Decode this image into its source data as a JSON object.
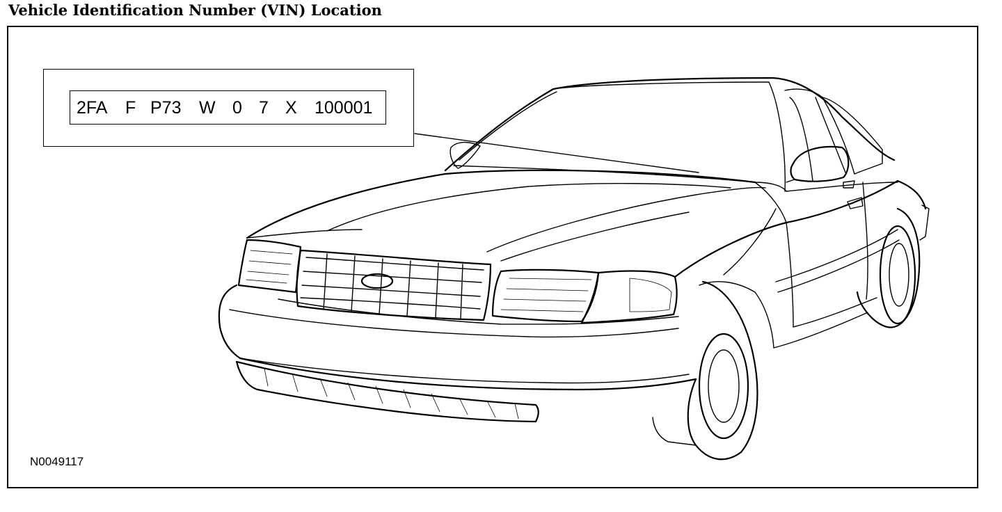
{
  "title": "Vehicle Identification Number (VIN) Location",
  "vin": {
    "segments": [
      "2FA",
      "F",
      "P73",
      "W",
      "0",
      "7",
      "X",
      "100001"
    ]
  },
  "figure_id": "N0049117"
}
